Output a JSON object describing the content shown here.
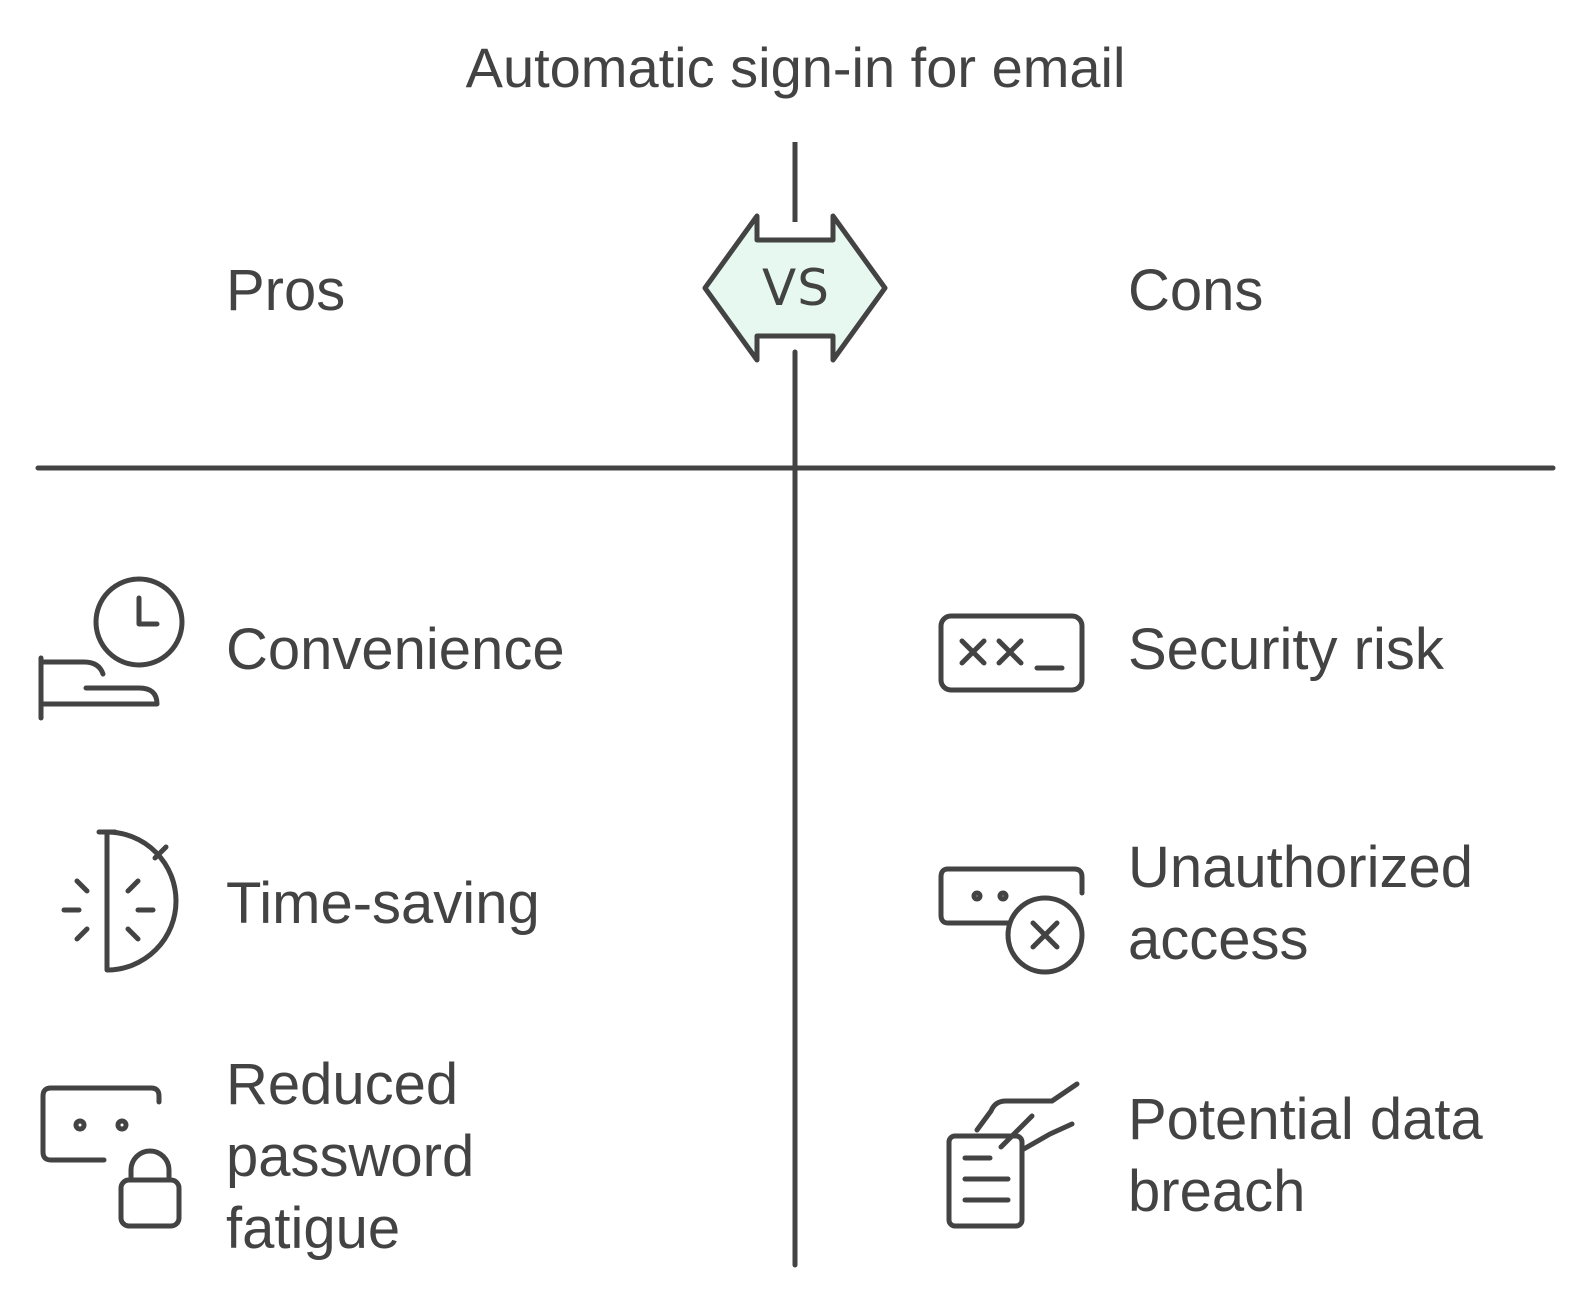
{
  "title": "Automatic sign-in for email",
  "vs_label": "VS",
  "pros": {
    "heading": "Pros",
    "items": [
      {
        "label": "Convenience",
        "icon": "hand-clock-icon"
      },
      {
        "label": "Time-saving",
        "icon": "stopwatch-icon"
      },
      {
        "label": "Reduced password fatigue",
        "icon": "password-lock-icon"
      }
    ]
  },
  "cons": {
    "heading": "Cons",
    "items": [
      {
        "label": "Security risk",
        "icon": "password-field-icon"
      },
      {
        "label": "Unauthorized access",
        "icon": "password-denied-icon"
      },
      {
        "label": "Potential data breach",
        "icon": "hand-document-icon"
      }
    ]
  },
  "colors": {
    "stroke": "#434343",
    "vs_fill": "#e6f8ef",
    "background": "#ffffff"
  }
}
